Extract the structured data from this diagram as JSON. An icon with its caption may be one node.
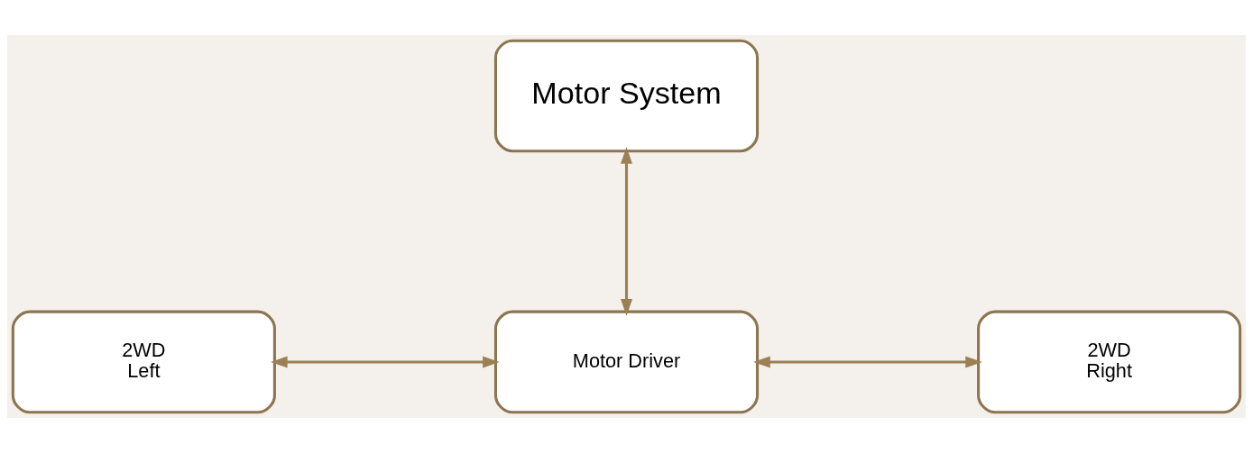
{
  "diagram": {
    "nodes": [
      {
        "text": [
          "Motor System"
        ]
      },
      {
        "text": [
          "2WD",
          "Left"
        ]
      },
      {
        "text": [
          "Motor Driver"
        ]
      },
      {
        "text": [
          "2WD",
          "Right"
        ]
      }
    ],
    "edges": [
      {
        "from": 0,
        "to": 2,
        "arrow": "both"
      },
      {
        "from": 1,
        "to": 2,
        "arrow": "both"
      },
      {
        "from": 2,
        "to": 3,
        "arrow": "both"
      }
    ]
  }
}
